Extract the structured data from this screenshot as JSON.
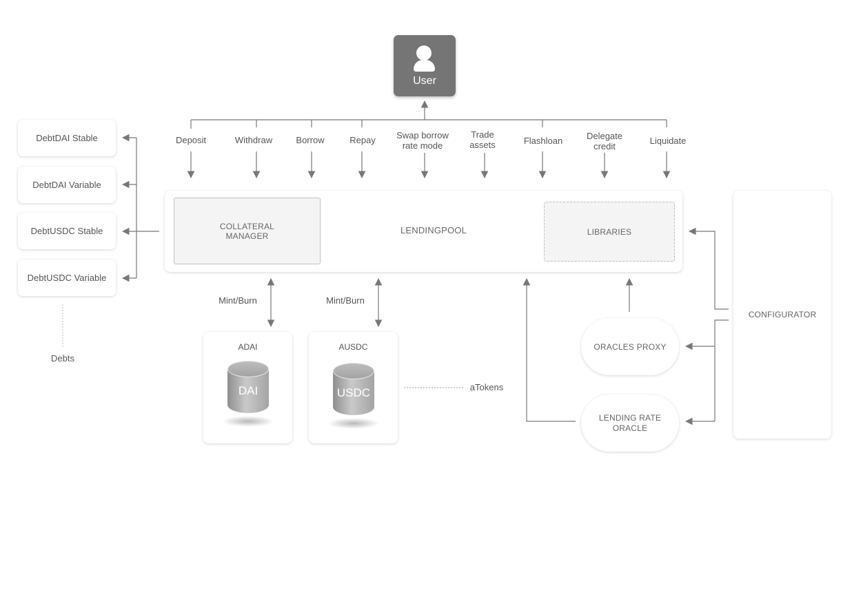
{
  "user": {
    "label": "User",
    "icon": "user-icon"
  },
  "actions": [
    "Deposit",
    "Withdraw",
    "Borrow",
    "Repay",
    "Swap borrow\nrate mode",
    "Trade\nassets",
    "Flashloan",
    "Delegate\ncredit",
    "Liquidate"
  ],
  "lending_pool": {
    "title": "LENDINGPOOL",
    "collateral_manager": "COLLATERAL\nMANAGER",
    "libraries": "LIBRARIES"
  },
  "debts": {
    "items": [
      "DebtDAI Stable",
      "DebtDAI Variable",
      "DebtUSDC Stable",
      "DebtUSDC Variable"
    ],
    "label": "Debts"
  },
  "mint_burn": [
    "Mint/Burn",
    "Mint/Burn"
  ],
  "atokens": {
    "items": [
      {
        "title": "ADAI",
        "symbol": "DAI"
      },
      {
        "title": "AUSDC",
        "symbol": "USDC"
      }
    ],
    "label": "aTokens"
  },
  "oracles": {
    "proxy": "ORACLES PROXY",
    "lending_rate": "LENDING RATE\nORACLE"
  },
  "configurator": "CONFIGURATOR",
  "colors": {
    "user_box": "#757575",
    "connector": "#777777",
    "inner_box": "#f4f4f4"
  }
}
